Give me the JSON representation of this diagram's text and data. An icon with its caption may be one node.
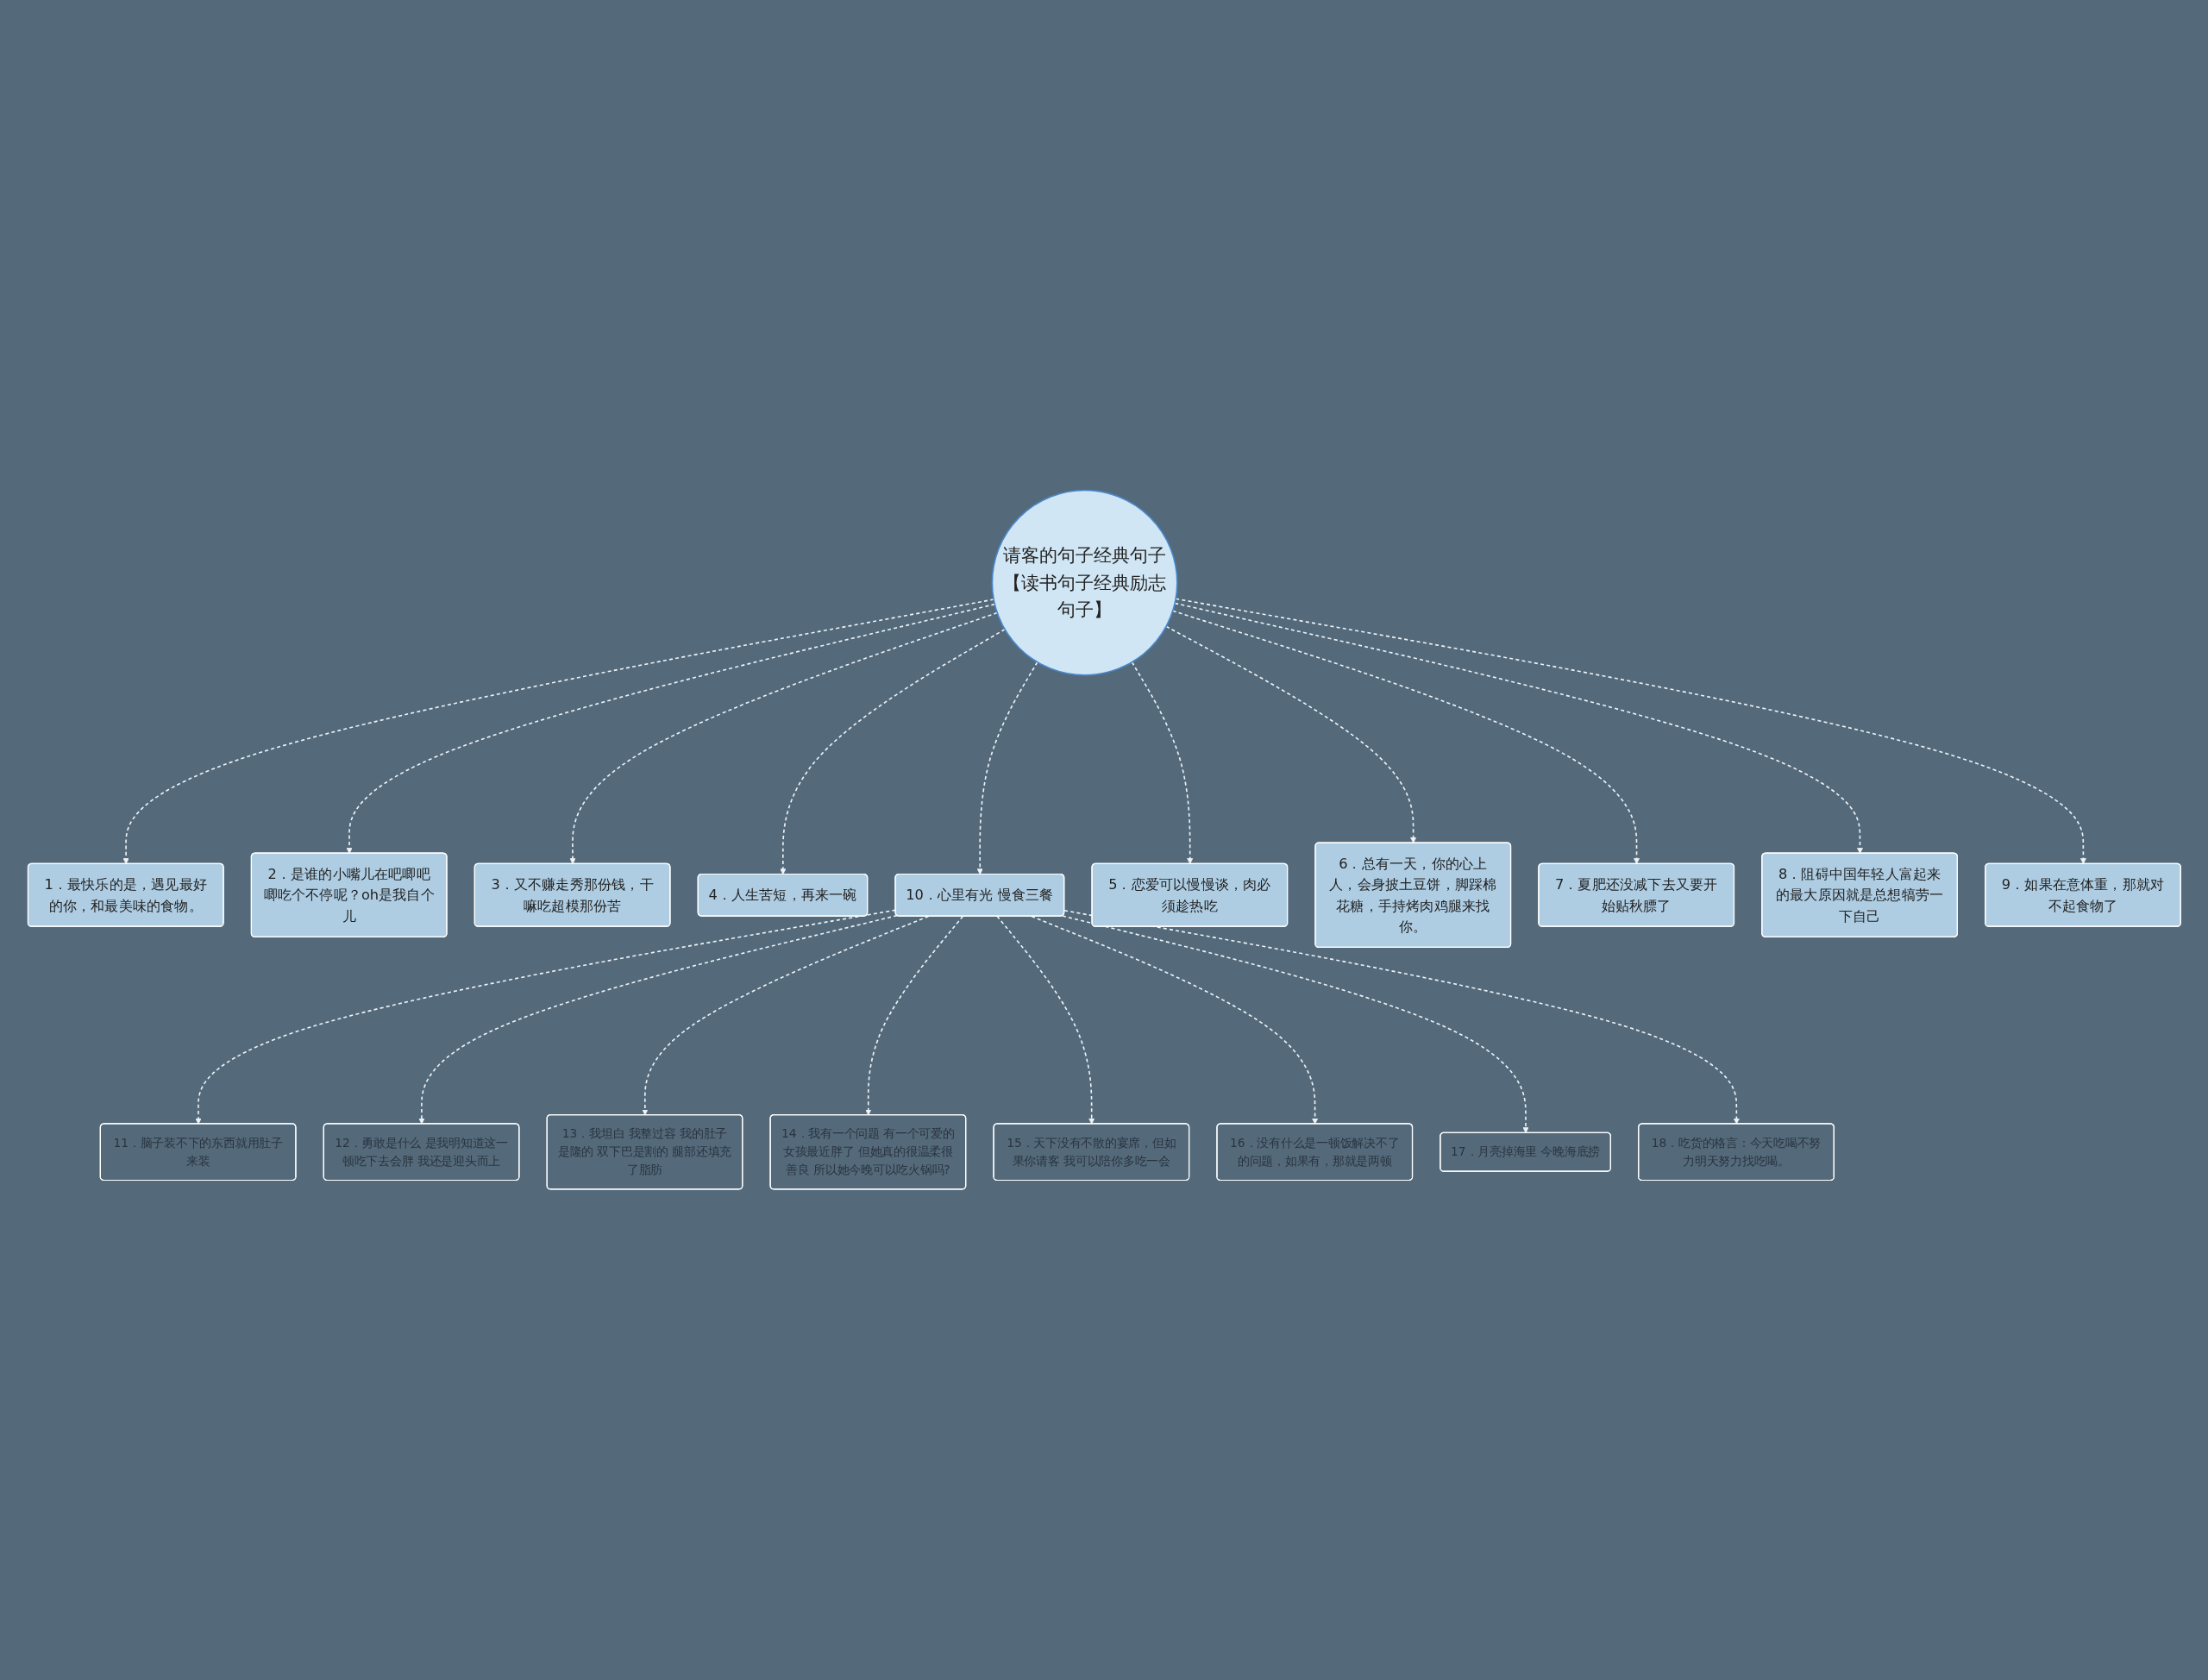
{
  "diagram": {
    "nodes": [
      {
        "text": [
          "请客的句子经典句子【读书句子经典励志句子】"
        ]
      },
      {
        "text": [
          "1．最快乐的是，遇见最好的你，和最美味的食物。"
        ]
      },
      {
        "text": [
          "2．是谁的小嘴儿在吧唧吧唧吃个不停呢？oh是我自个儿"
        ]
      },
      {
        "text": [
          "3．又不赚走秀那份钱，干嘛吃超模那份苦"
        ]
      },
      {
        "text": [
          "4．人生苦短，再来一碗"
        ]
      },
      {
        "text": [
          "5．恋爱可以慢慢谈，肉必须趁热吃"
        ]
      },
      {
        "text": [
          "6．总有一天，你的心上人，会身披土豆饼，脚踩棉花糖，手持烤肉鸡腿来找你。"
        ]
      },
      {
        "text": [
          "7．夏肥还没减下去又要开始贴秋膘了"
        ]
      },
      {
        "text": [
          "8．阻碍中国年轻人富起来的最大原因就是总想犒劳一下自己"
        ]
      },
      {
        "text": [
          "9．如果在意体重，那就对不起食物了"
        ]
      },
      {
        "text": [
          "10．心里有光 慢食三餐"
        ]
      },
      {
        "text": [
          "11．脑子装不下的东西就用肚子来装"
        ]
      },
      {
        "text": [
          "12．勇敢是什么 是我明知道这一顿吃下去会胖 我还是迎头而上"
        ]
      },
      {
        "text": [
          "13．我坦白 我整过容 我的肚子是隆的 双下巴是割的 腿部还填充了脂肪"
        ]
      },
      {
        "text": [
          "14．我有一个问题 有一个可爱的女孩最近胖了 但她真的很温柔很善良 所以她今晚可以吃火锅吗?"
        ]
      },
      {
        "text": [
          "15．天下没有不散的宴席，但如果你请客 我可以陪你多吃一会"
        ]
      },
      {
        "text": [
          "16．没有什么是一顿饭解决不了的问题，如果有，那就是两顿"
        ]
      },
      {
        "text": [
          "17．月亮掉海里 今晚海底捞"
        ]
      },
      {
        "text": [
          "18．吃货的格言：今天吃喝不努力明天努力找吃喝。"
        ]
      }
    ],
    "edges": [
      {
        "from": 0,
        "to": 1,
        "arrow": "to",
        "style": "dashed"
      },
      {
        "from": 0,
        "to": 2,
        "arrow": "to",
        "style": "dashed"
      },
      {
        "from": 0,
        "to": 3,
        "arrow": "to",
        "style": "dashed"
      },
      {
        "from": 0,
        "to": 4,
        "arrow": "to",
        "style": "dashed"
      },
      {
        "from": 0,
        "to": 5,
        "arrow": "to",
        "style": "dashed"
      },
      {
        "from": 0,
        "to": 6,
        "arrow": "to",
        "style": "dashed"
      },
      {
        "from": 0,
        "to": 7,
        "arrow": "to",
        "style": "dashed"
      },
      {
        "from": 0,
        "to": 8,
        "arrow": "to",
        "style": "dashed"
      },
      {
        "from": 0,
        "to": 9,
        "arrow": "to",
        "style": "dashed"
      },
      {
        "from": 0,
        "to": 10,
        "arrow": "to",
        "style": "dashed"
      },
      {
        "from": 10,
        "to": 11,
        "arrow": "to",
        "style": "dashed"
      },
      {
        "from": 10,
        "to": 12,
        "arrow": "to",
        "style": "dashed"
      },
      {
        "from": 10,
        "to": 13,
        "arrow": "to",
        "style": "dashed"
      },
      {
        "from": 10,
        "to": 14,
        "arrow": "to",
        "style": "dashed"
      },
      {
        "from": 10,
        "to": 15,
        "arrow": "to",
        "style": "dashed"
      },
      {
        "from": 10,
        "to": 16,
        "arrow": "to",
        "style": "dashed"
      },
      {
        "from": 10,
        "to": 17,
        "arrow": "to",
        "style": "dashed"
      },
      {
        "from": 10,
        "to": 18,
        "arrow": "to",
        "style": "dashed"
      }
    ]
  }
}
